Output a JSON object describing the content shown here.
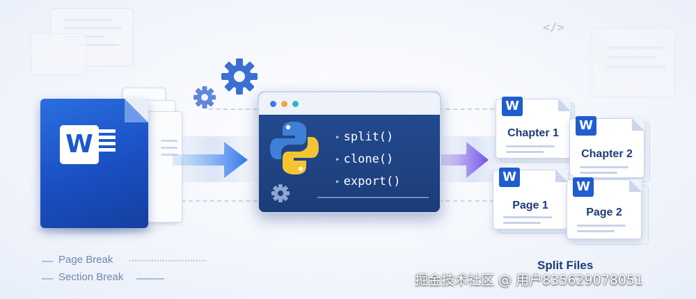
{
  "code_tag": "</>",
  "center_window": {
    "dots": [
      "#3d7be6",
      "#f2a33a",
      "#35b3c4"
    ],
    "methods": [
      "split()",
      "clone()",
      "export()"
    ]
  },
  "outputs": [
    {
      "badge": "W",
      "label": "Chapter 1"
    },
    {
      "badge": "W",
      "label": "Chapter 2"
    },
    {
      "badge": "W",
      "label": "Page 1"
    },
    {
      "badge": "W",
      "label": "Page 2"
    }
  ],
  "source_doc": {
    "badge": "W"
  },
  "legend": {
    "page_break": "Page Break",
    "section_break": "Section Break"
  },
  "output_caption": "Split Files",
  "watermark": "掘金技术社区 @ 用户835629078051",
  "colors": {
    "word_blue": "#1f5dd0",
    "arrow_blue": "#3f86ec",
    "arrow_purple": "#7a58e6",
    "window_navy": "#1f3d7a"
  }
}
